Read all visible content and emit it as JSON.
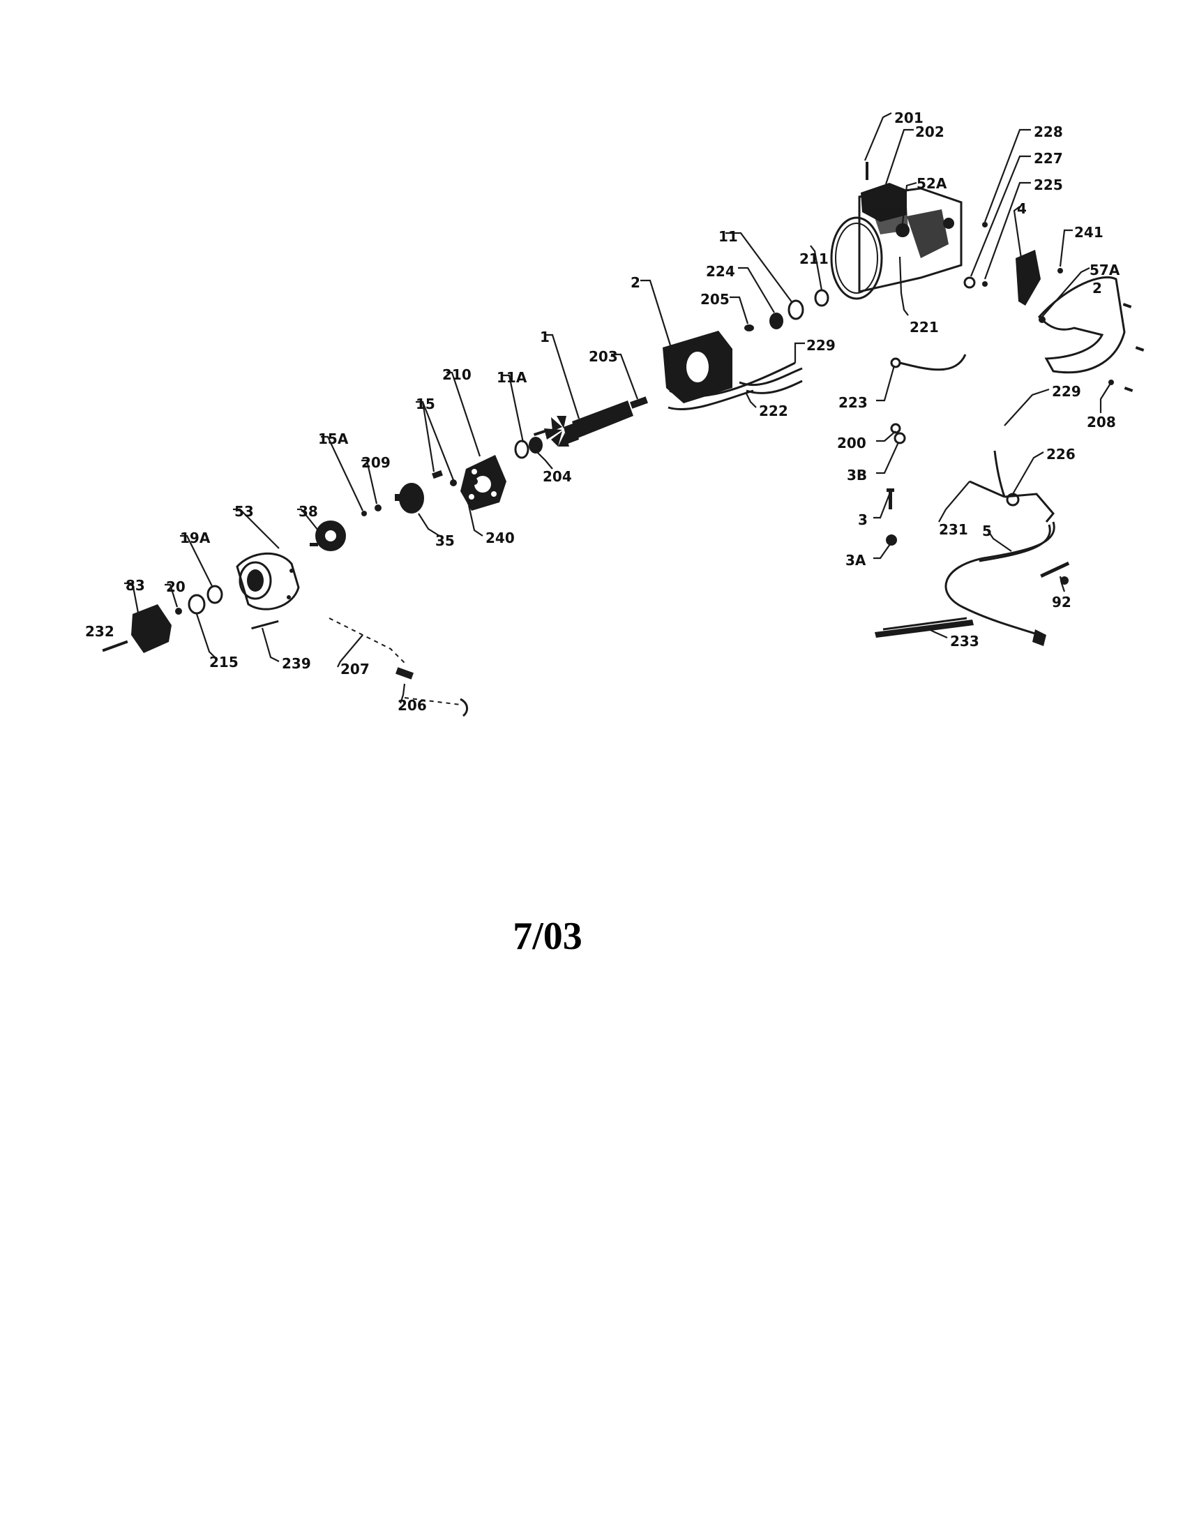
{
  "diagram": {
    "labels": [
      "201",
      "202",
      "52A",
      "228",
      "227",
      "225",
      "4",
      "241",
      "57A",
      "2",
      "208",
      "11",
      "211",
      "224",
      "205",
      "229",
      "221",
      "223",
      "200",
      "3B",
      "3",
      "3A",
      "229",
      "226",
      "231",
      "5",
      "92",
      "233",
      "2",
      "203",
      "222",
      "1",
      "11A",
      "204",
      "210",
      "15",
      "240",
      "15A",
      "209",
      "35",
      "53",
      "38",
      "19A",
      "20",
      "215",
      "83",
      "232",
      "239",
      "207",
      "206"
    ]
  },
  "footer": {
    "date": "7/03"
  }
}
